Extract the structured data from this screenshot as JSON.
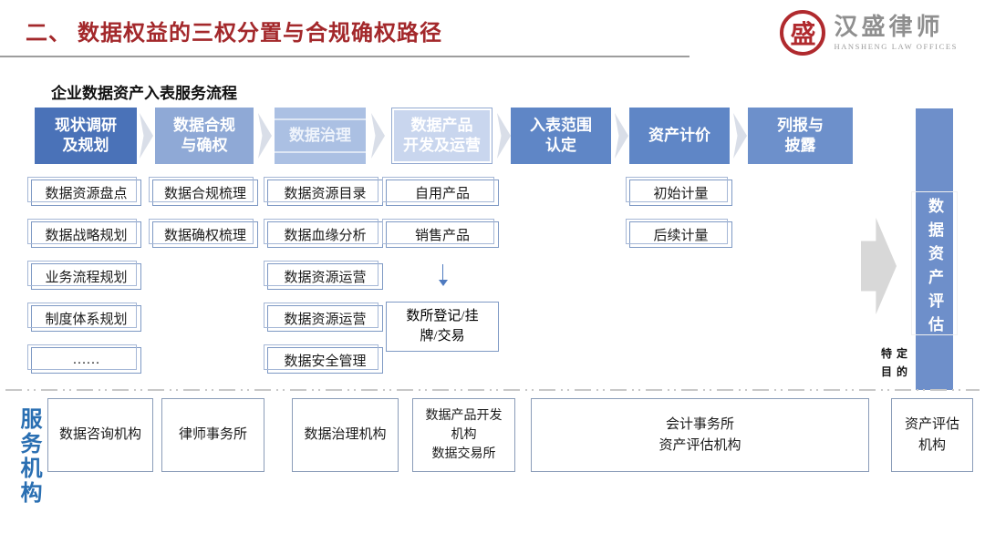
{
  "slide": {
    "title": "二、 数据权益的三权分置与合规确权路径",
    "subtitle": "企业数据资产入表服务流程",
    "logo": {
      "mark": "盛",
      "name_cn": "汉盛律师",
      "name_en": "HANSHENG LAW OFFICES"
    }
  },
  "flow": {
    "stages": [
      {
        "label": "现状调研\n及规划"
      },
      {
        "label": "数据合规\n与确权"
      },
      {
        "label": "数据治理"
      },
      {
        "label": "数据产品\n开发及运营"
      },
      {
        "label": "入表范围\n认定"
      },
      {
        "label": "资产计价"
      },
      {
        "label": "列报与\n披露"
      }
    ],
    "valuation_bar": {
      "label": "数据资产评估",
      "note": "特定\n目的"
    }
  },
  "columns": {
    "survey": [
      "数据资源盘点",
      "数据战略规划",
      "业务流程规划",
      "制度体系规划",
      "……"
    ],
    "compliance": [
      "数据合规梳理",
      "数据确权梳理"
    ],
    "governance": [
      "数据资源目录",
      "数据血缘分析",
      "数据资源运营",
      "数据资源运营",
      "数据安全管理"
    ],
    "product": {
      "items": [
        "自用产品",
        "销售产品"
      ],
      "exchange": "数所登记/挂\n牌/交易"
    },
    "pricing": [
      "初始计量",
      "后续计量"
    ]
  },
  "providers": {
    "label": "服务机构",
    "boxes": [
      "数据咨询机构",
      "律师事务所",
      "数据治理机构",
      "数据产品开发\n机构\n数据交易所",
      "会计事务所\n资产评估机构",
      "资产评估\n机构"
    ]
  },
  "colors": {
    "title_red": "#a3282b",
    "logo_red": "#b02a2e",
    "stage_dark_blue": "#4a72b8",
    "stage_mid_blue": "#8fa9d6",
    "stage_banded_blue": "#abc0e3",
    "stage_pale_blue": "#c9d6ee",
    "stage_blue": "#5f86c6",
    "valuation_bar_blue": "#6e8fca",
    "provider_label_blue": "#2a6fb2",
    "item_border_blue": "#7e99c4",
    "arrow_gray": "#d8d8d8"
  }
}
